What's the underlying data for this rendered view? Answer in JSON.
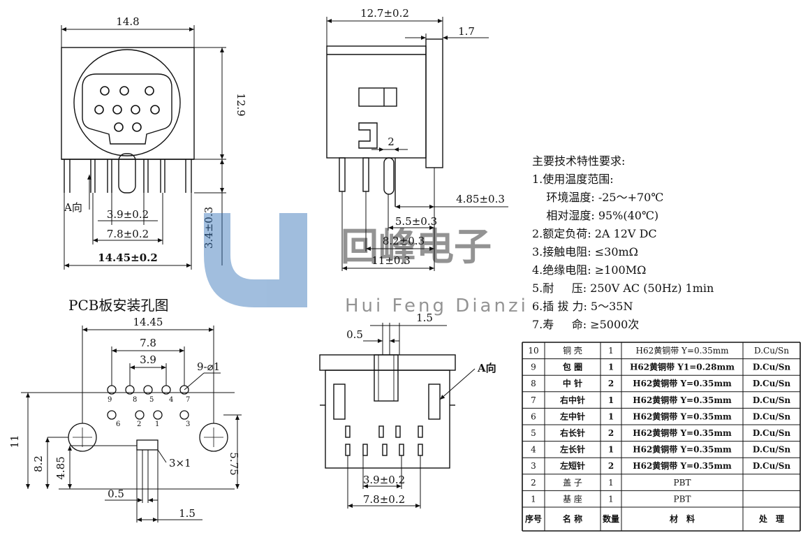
{
  "front_view": {
    "width": "14.8",
    "height": "12.9",
    "a_dir": "A向",
    "d1": "3.9±0.2",
    "d2": "7.8±0.2",
    "d3": "14.45±0.2",
    "side_dim": "3.4±0.3"
  },
  "side_view": {
    "depth": "12.7±0.2",
    "flange": "1.7",
    "pin_w": "2",
    "d1": "4.85±0.3",
    "d2": "5.5±0.3",
    "d3": "8.2±0.3",
    "d4": "11±0.3"
  },
  "pcb": {
    "title": "PCB板安装孔图",
    "width": "14.45",
    "pitch2": "7.8",
    "pitch1": "3.9",
    "holes": "9-⌀1",
    "h_total": "11",
    "h2": "8.2",
    "h3": "4.85",
    "h4": "5.75",
    "slot": "3×1",
    "d05": "0.5",
    "d15": "1.5",
    "pin_labels": [
      "9",
      "8",
      "5",
      "4",
      "7",
      "6",
      "2",
      "1",
      "3"
    ]
  },
  "bottom_view": {
    "d05": "0.5",
    "d15": "1.5",
    "a_dir": "A向",
    "d1": "3.9±0.2",
    "d2": "7.8±0.2"
  },
  "specs": {
    "title": "主要技术特性要求:",
    "lines": [
      "1.使用温度范围:",
      "    环境温度: -25～+70℃",
      "    相对湿度: 95%(40℃)",
      "2.额定负荷: 2A 12V DC",
      "3.接触电阻: ≤30mΩ",
      "4.绝缘电阻: ≥100MΩ",
      "5.耐     压: 250V AC (50Hz) 1min",
      "6.插 拔 力: 5～35N",
      "7.寿     命: ≥5000次"
    ]
  },
  "watermark": {
    "cn": "回峰电子",
    "en": "Hui Feng Dianzi"
  },
  "bom": {
    "headers": [
      "序号",
      "名 称",
      "数量",
      "材　料",
      "处　理"
    ],
    "rows": [
      [
        "10",
        "铜 壳",
        "1",
        "H62黄铜带 Y=0.35mm",
        "D.Cu/Sn"
      ],
      [
        "9",
        "包 圈",
        "1",
        "H62黄铜带 Y1=0.28mm",
        "D.Cu/Sn"
      ],
      [
        "8",
        "中 针",
        "2",
        "H62黄铜带 Y=0.35mm",
        "D.Cu/Sn"
      ],
      [
        "7",
        "右中针",
        "1",
        "H62黄铜带 Y=0.35mm",
        "D.Cu/Sn"
      ],
      [
        "6",
        "左中针",
        "1",
        "H62黄铜带 Y=0.35mm",
        "D.Cu/Sn"
      ],
      [
        "5",
        "右长针",
        "2",
        "H62黄铜带 Y=0.35mm",
        "D.Cu/Sn"
      ],
      [
        "4",
        "左长针",
        "1",
        "H62黄铜带 Y=0.35mm",
        "D.Cu/Sn"
      ],
      [
        "3",
        "左短针",
        "2",
        "H62黄铜带 Y=0.35mm",
        "D.Cu/Sn"
      ],
      [
        "2",
        "盖 子",
        "1",
        "PBT",
        ""
      ],
      [
        "1",
        "基 座",
        "1",
        "PBT",
        ""
      ]
    ]
  }
}
